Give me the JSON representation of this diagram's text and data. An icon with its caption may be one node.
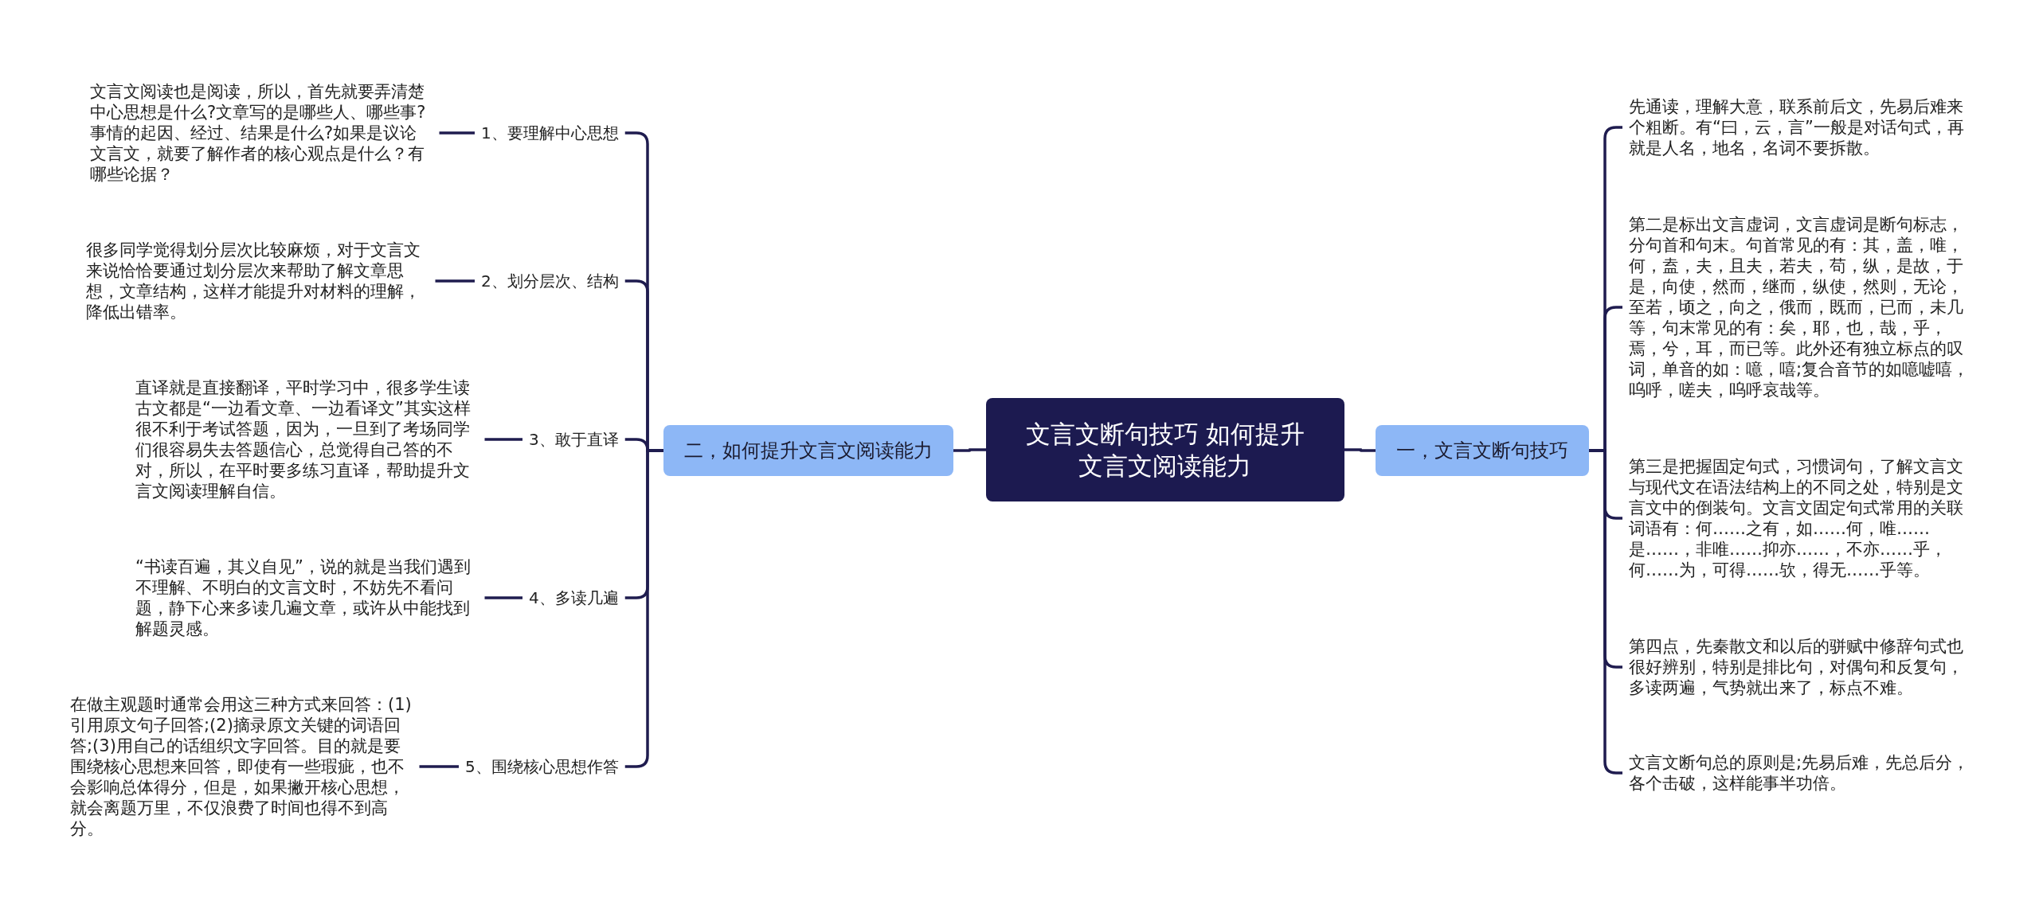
{
  "diagram": {
    "nodes": [
      {
        "text": [
          "文言文断句技巧 如何提升文言文阅读能力"
        ]
      },
      {
        "text": [
          "一，文言文断句技巧"
        ]
      },
      {
        "text": [
          "先通读，理解大意，联系前后文，先易后难来个粗断。有“曰，云，言”一般是对话句式，再就是人名，地名，名词不要拆散。"
        ]
      },
      {
        "text": [
          "第二是标出文言虚词，文言虚词是断句标志，分句首和句末。句首常见的有：其，盖，唯，何，盍，夫，且夫，若夫，苟，纵，是故，于是，向使，然而，继而，纵使，然则，无论，至若，顷之，向之，俄而，既而，已而，未几等，句末常见的有：矣，耶，也，哉，乎，焉，兮，耳，而已等。此外还有独立标点的叹词，单音的如：噫，嘻;复合音节的如噫嘘嘻，呜呼，嗟夫，呜呼哀哉等。"
        ]
      },
      {
        "text": [
          "第三是把握固定句式，习惯词句，了解文言文与现代文在语法结构上的不同之处，特别是文言文中的倒装句。文言文固定句式常用的关联词语有：何……之有，如……何，唯……是……，非唯……抑亦……，不亦……乎，何……为，可得……欤，得无……乎等。"
        ]
      },
      {
        "text": [
          "第四点，先秦散文和以后的骈赋中修辞句式也很好辨别，特别是排比句，对偶句和反复句，多读两遍，气势就出来了，标点不难。"
        ]
      },
      {
        "text": [
          "文言文断句总的原则是;先易后难，先总后分，各个击破，这样能事半功倍。"
        ]
      },
      {
        "text": [
          "二，如何提升文言文阅读能力"
        ]
      },
      {
        "text": [
          "1、要理解中心思想"
        ]
      },
      {
        "text": [
          "文言文阅读也是阅读，所以，首先就要弄清楚中心思想是什么?文章写的是哪些人、哪些事?事情的起因、经过、结果是什么?如果是议论文言文，就要了解作者的核心观点是什么？有哪些论据？"
        ]
      },
      {
        "text": [
          "2、划分层次、结构"
        ]
      },
      {
        "text": [
          "很多同学觉得划分层次比较麻烦，对于文言文来说恰恰要通过划分层次来帮助了解文章思想，文章结构，这样才能提升对材料的理解，降低出错率。"
        ]
      },
      {
        "text": [
          "3、敢于直译"
        ]
      },
      {
        "text": [
          "直译就是直接翻译，平时学习中，很多学生读古文都是“一边看文章、一边看译文”其实这样很不利于考试答题，因为，一旦到了考场同学们很容易失去答题信心，总觉得自己答的不对，所以，在平时要多练习直译，帮助提升文言文阅读理解自信。"
        ]
      },
      {
        "text": [
          "4、多读几遍"
        ]
      },
      {
        "text": [
          "“书读百遍，其义自见”，说的就是当我们遇到不理解、不明白的文言文时，不妨先不看问题，静下心来多读几遍文章，或许从中能找到解题灵感。"
        ]
      },
      {
        "text": [
          "5、围绕核心思想作答"
        ]
      },
      {
        "text": [
          "在做主观题时通常会用这三种方式来回答：(1)引用原文句子回答;(2)摘录原文关键的词语回答;(3)用自己的话组织文字回答。目的就是要围绕核心思想来回答，即使有一些瑕疵，也不会影响总体得分，但是，如果撇开核心思想，就会离题万里，不仅浪费了时间也得不到高分。"
        ]
      }
    ],
    "edges": [
      {
        "from": 0,
        "to": 1,
        "arrow": "none"
      },
      {
        "from": 1,
        "to": 2,
        "arrow": "none"
      },
      {
        "from": 1,
        "to": 3,
        "arrow": "none"
      },
      {
        "from": 1,
        "to": 4,
        "arrow": "none"
      },
      {
        "from": 1,
        "to": 5,
        "arrow": "none"
      },
      {
        "from": 1,
        "to": 6,
        "arrow": "none"
      },
      {
        "from": 0,
        "to": 7,
        "arrow": "none"
      },
      {
        "from": 7,
        "to": 8,
        "arrow": "none"
      },
      {
        "from": 7,
        "to": 10,
        "arrow": "none"
      },
      {
        "from": 7,
        "to": 12,
        "arrow": "none"
      },
      {
        "from": 7,
        "to": 14,
        "arrow": "none"
      },
      {
        "from": 7,
        "to": 16,
        "arrow": "none"
      },
      {
        "from": 8,
        "to": 9,
        "arrow": "none"
      },
      {
        "from": 10,
        "to": 11,
        "arrow": "none"
      },
      {
        "from": 12,
        "to": 13,
        "arrow": "none"
      },
      {
        "from": 14,
        "to": 15,
        "arrow": "none"
      },
      {
        "from": 16,
        "to": 17,
        "arrow": "none"
      }
    ]
  }
}
